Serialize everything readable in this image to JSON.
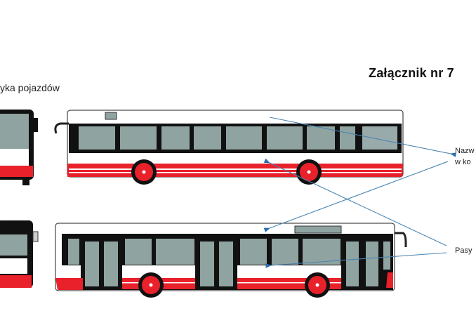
{
  "document": {
    "title": "Załącznik nr 7",
    "subtitle": "yka pojazdów",
    "labels": {
      "name_line1": "Nazw",
      "name_line2": "w ko",
      "stripes": "Pasy"
    }
  },
  "colors": {
    "red": "#e8212b",
    "window": "#8fa3a0",
    "body": "#ffffff",
    "frame": "#111111",
    "arrow": "#3b7fb0"
  }
}
